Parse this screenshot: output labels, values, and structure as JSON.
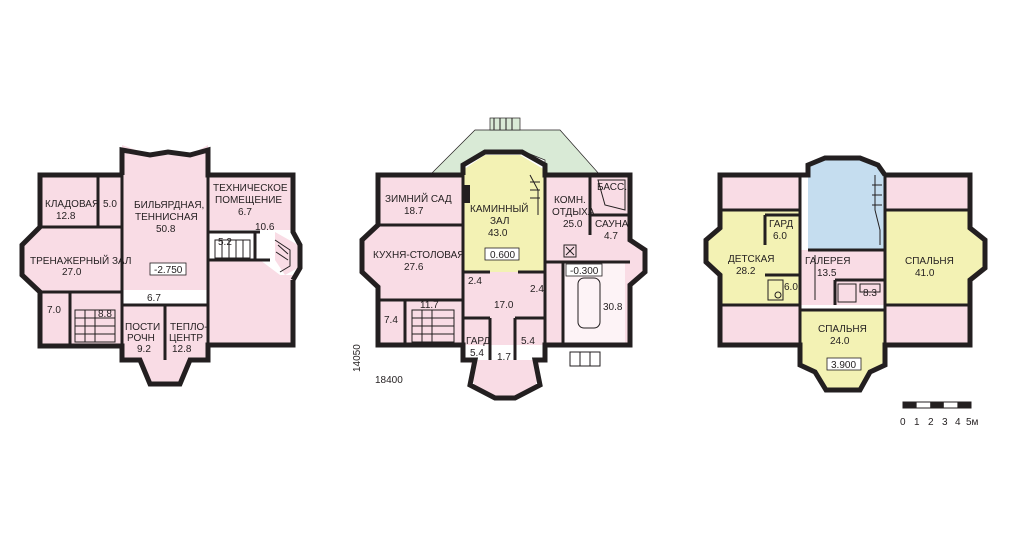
{
  "colors": {
    "pink": "#f9dce5",
    "yellow": "#f3f2b4",
    "blue": "#c5ddef",
    "green": "#d9ead6",
    "wall": "#231f20"
  },
  "basement": {
    "storage": {
      "name": "КЛАДОВАЯ",
      "area": "12.8"
    },
    "room_5": "5.0",
    "billiard": {
      "name1": "БИЛЬЯРДНАЯ,",
      "name2": "ТЕННИСНАЯ",
      "area": "50.8"
    },
    "technical": {
      "name1": "ТЕХНИЧЕСКОЕ",
      "name2": "ПОМЕЩЕНИЕ",
      "area": "6.7"
    },
    "room_10_6": "10.6",
    "room_5_2": "5.2",
    "gym": {
      "name": "ТРЕНАЖЕРНЫЙ ЗАЛ",
      "area": "27.0"
    },
    "level": "-2.750",
    "room_7_0": "7.0",
    "room_8_8": "8.8",
    "room_6_7": "6.7",
    "laundry": {
      "name1": "ПОСТИ",
      "name2": "РОЧН",
      "area": "9.2"
    },
    "heat": {
      "name1": "ТЕПЛО-",
      "name2": "ЦЕНТР",
      "area": "12.8"
    }
  },
  "ground": {
    "winter_garden": {
      "name": "ЗИМНИЙ САД",
      "area": "18.7"
    },
    "fireplace": {
      "name1": "КАМИННЫЙ",
      "name2": "ЗАЛ",
      "area": "43.0"
    },
    "level_hall": "0.600",
    "rest": {
      "name1": "КОМН.",
      "name2": "ОТДЫХА",
      "area": "25.0"
    },
    "pool": "БАСС.",
    "sauna": {
      "name": "САУНА",
      "area": "4.7"
    },
    "kitchen": {
      "name": "КУХНЯ-СТОЛОВАЯ",
      "area": "27.6"
    },
    "level_garage": "-0.300",
    "room_2_4a": "2.4",
    "room_2_4b": "2.4",
    "hall": "17.0",
    "garage": "30.8",
    "room_11_7": "11.7",
    "room_7_4": "7.4",
    "wardrobe": {
      "name": "ГАРД",
      "area": "5.4"
    },
    "room_1_7": "1.7",
    "room_5_4": "5.4",
    "dim_width": "18400",
    "dim_height": "14050"
  },
  "upper": {
    "ward": {
      "name": "ГАРД",
      "area": "6.0"
    },
    "kids": {
      "name": "ДЕТСКАЯ",
      "area": "28.2"
    },
    "gallery": {
      "name": "ГАЛЕРЕЯ",
      "area": "13.5"
    },
    "bedroom_big": {
      "name": "СПАЛЬНЯ",
      "area": "41.0"
    },
    "bath_6_0": "6.0",
    "bath_8_3": "8.3",
    "bedroom": {
      "name": "СПАЛЬНЯ",
      "area": "24.0"
    },
    "level": "3.900"
  },
  "scale": {
    "ticks": [
      "0",
      "1",
      "2",
      "3",
      "4",
      "5м"
    ]
  }
}
